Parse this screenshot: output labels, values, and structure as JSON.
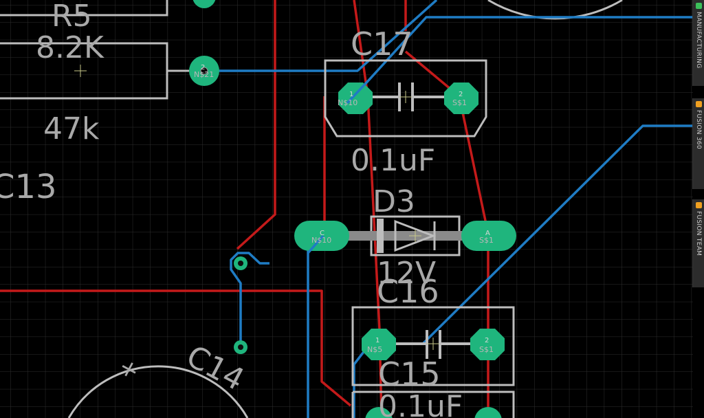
{
  "canvas": {
    "background": "#000000",
    "grid_color": "#2e2e2e",
    "top_layer_color": "#c41a1a",
    "bottom_layer_color": "#1f7cc4",
    "pad_color": "#1fb57d",
    "silkscreen_color": "#a9a9a9"
  },
  "components": {
    "r5": {
      "name": "R5",
      "value": "8.2K"
    },
    "r_47k": {
      "value": "47k"
    },
    "c13": {
      "name": "C13"
    },
    "c17": {
      "name": "C17",
      "value": "0.1uF"
    },
    "d3": {
      "name": "D3",
      "value": "12V"
    },
    "c16": {
      "name": "C16"
    },
    "c15": {
      "name": "C15",
      "value": "0.1uF"
    },
    "c14": {
      "name": "C14",
      "polarity": "+"
    }
  },
  "pads": {
    "r5_pad2": {
      "number": "2",
      "net": "N$21"
    },
    "c17_pad1": {
      "number": "1",
      "net": "N$10"
    },
    "c17_pad2": {
      "number": "2",
      "net": "S$1"
    },
    "d3_pad_a": {
      "number": "C",
      "net": "N$10"
    },
    "d3_pad_b": {
      "number": "A",
      "net": "S$1"
    },
    "c16_pad1": {
      "number": "1",
      "net": "N$5"
    },
    "c16_pad2": {
      "number": "2",
      "net": "S$1"
    }
  },
  "side_panel": {
    "tabs": [
      {
        "label": "MANUFACTURING",
        "icon": "manufacturing-icon",
        "icon_color": "#3cbf5a"
      },
      {
        "label": "FUSION 360",
        "icon": "fusion-360-icon",
        "icon_color": "#f0a020"
      },
      {
        "label": "FUSION TEAM",
        "icon": "fusion-team-icon",
        "icon_color": "#f0a020"
      }
    ]
  }
}
